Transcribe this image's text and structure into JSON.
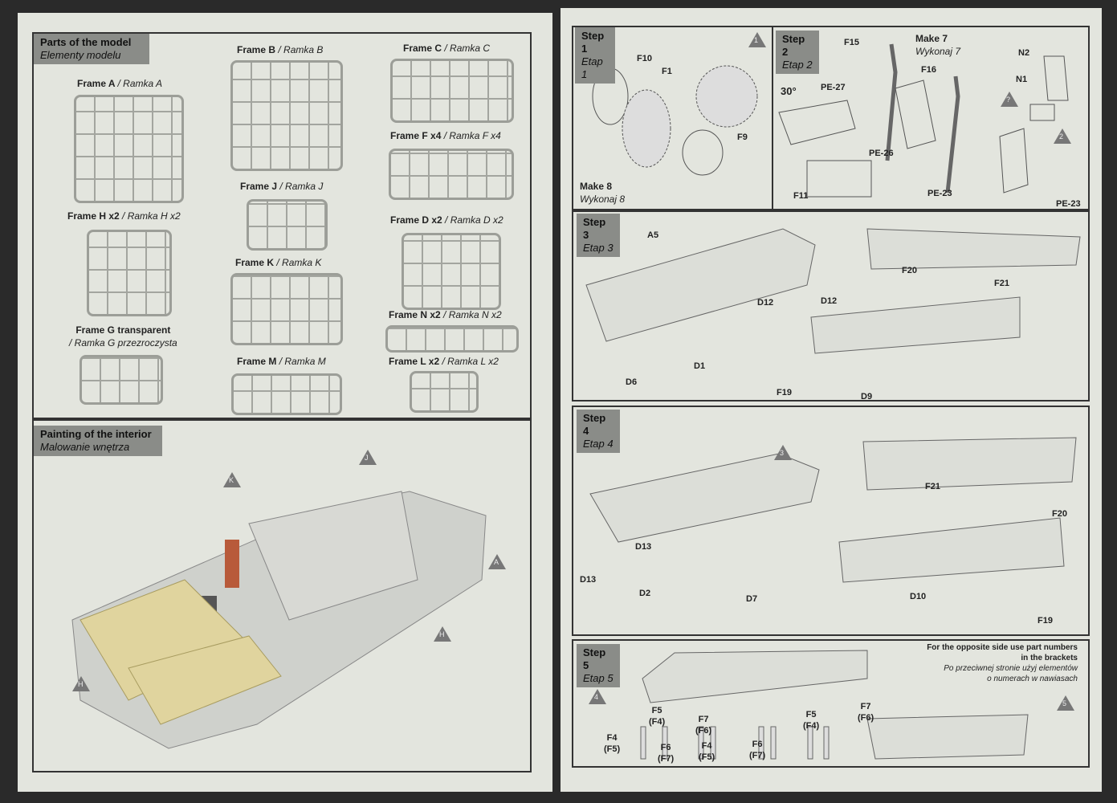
{
  "left_page": {
    "parts": {
      "title": "Parts of the model",
      "subtitle": "Elementy modelu",
      "frames": [
        {
          "en": "Frame A",
          "pl": "/ Ramka A"
        },
        {
          "en": "Frame B",
          "pl": "/ Ramka B"
        },
        {
          "en": "Frame C",
          "pl": "/ Ramka C"
        },
        {
          "en": "Frame F x4",
          "pl": "/ Ramka F x4"
        },
        {
          "en": "Frame H x2",
          "pl": "/ Ramka H x2"
        },
        {
          "en": "Frame J",
          "pl": "/ Ramka J"
        },
        {
          "en": "Frame D x2",
          "pl": "/ Ramka D x2"
        },
        {
          "en": "Frame K",
          "pl": "/ Ramka K"
        },
        {
          "en": "Frame N x2",
          "pl": "/ Ramka N x2"
        },
        {
          "en": "Frame G transparent",
          "pl": "/ Ramka G przezroczysta"
        },
        {
          "en": "Frame M",
          "pl": "/ Ramka M"
        },
        {
          "en": "Frame L x2",
          "pl": "/ Ramka L x2"
        }
      ]
    },
    "painting": {
      "title": "Painting of the interior",
      "subtitle": "Malowanie wnętrza",
      "markers": [
        "J",
        "K",
        "A",
        "H",
        "H"
      ]
    }
  },
  "right_page": {
    "step1": {
      "title": "Step 1",
      "subtitle": "Etap 1",
      "marker": "1",
      "make": "Make 8",
      "make_pl": "Wykonaj 8",
      "parts": [
        "F10",
        "F1",
        "F9"
      ]
    },
    "step2": {
      "title": "Step 2",
      "subtitle": "Etap 2",
      "make": "Make 7",
      "make_pl": "Wykonaj 7",
      "angle": "30°",
      "parts": [
        "F15",
        "F16",
        "PE-27",
        "PE-26",
        "F11",
        "N2",
        "N1",
        "PE-23",
        "PE-23"
      ],
      "markers": [
        "?",
        "2"
      ]
    },
    "step3": {
      "title": "Step 3",
      "subtitle": "Etap 3",
      "parts": [
        "A5",
        "D12",
        "D12",
        "D1",
        "D6",
        "F20",
        "F21",
        "F19",
        "D9"
      ]
    },
    "step4": {
      "title": "Step 4",
      "subtitle": "Etap 4",
      "marker": "3",
      "parts": [
        "D13",
        "D13",
        "D2",
        "D7",
        "F21",
        "F20",
        "D10",
        "F19"
      ]
    },
    "step5": {
      "title": "Step 5",
      "subtitle": "Etap 5",
      "note_en_1": "For the opposite side use part numbers",
      "note_en_2": "in the brackets",
      "note_pl_1": "Po przeciwnej stronie użyj elementów",
      "note_pl_2": "o numerach w nawiasach",
      "markers": [
        "4",
        "5"
      ],
      "parts": [
        "F4",
        "(F5)",
        "F5",
        "(F4)",
        "F6",
        "(F7)",
        "F7",
        "(F6)",
        "F4",
        "(F5)",
        "F5",
        "(F4)",
        "F6",
        "(F7)",
        "F7",
        "(F6)"
      ]
    }
  }
}
